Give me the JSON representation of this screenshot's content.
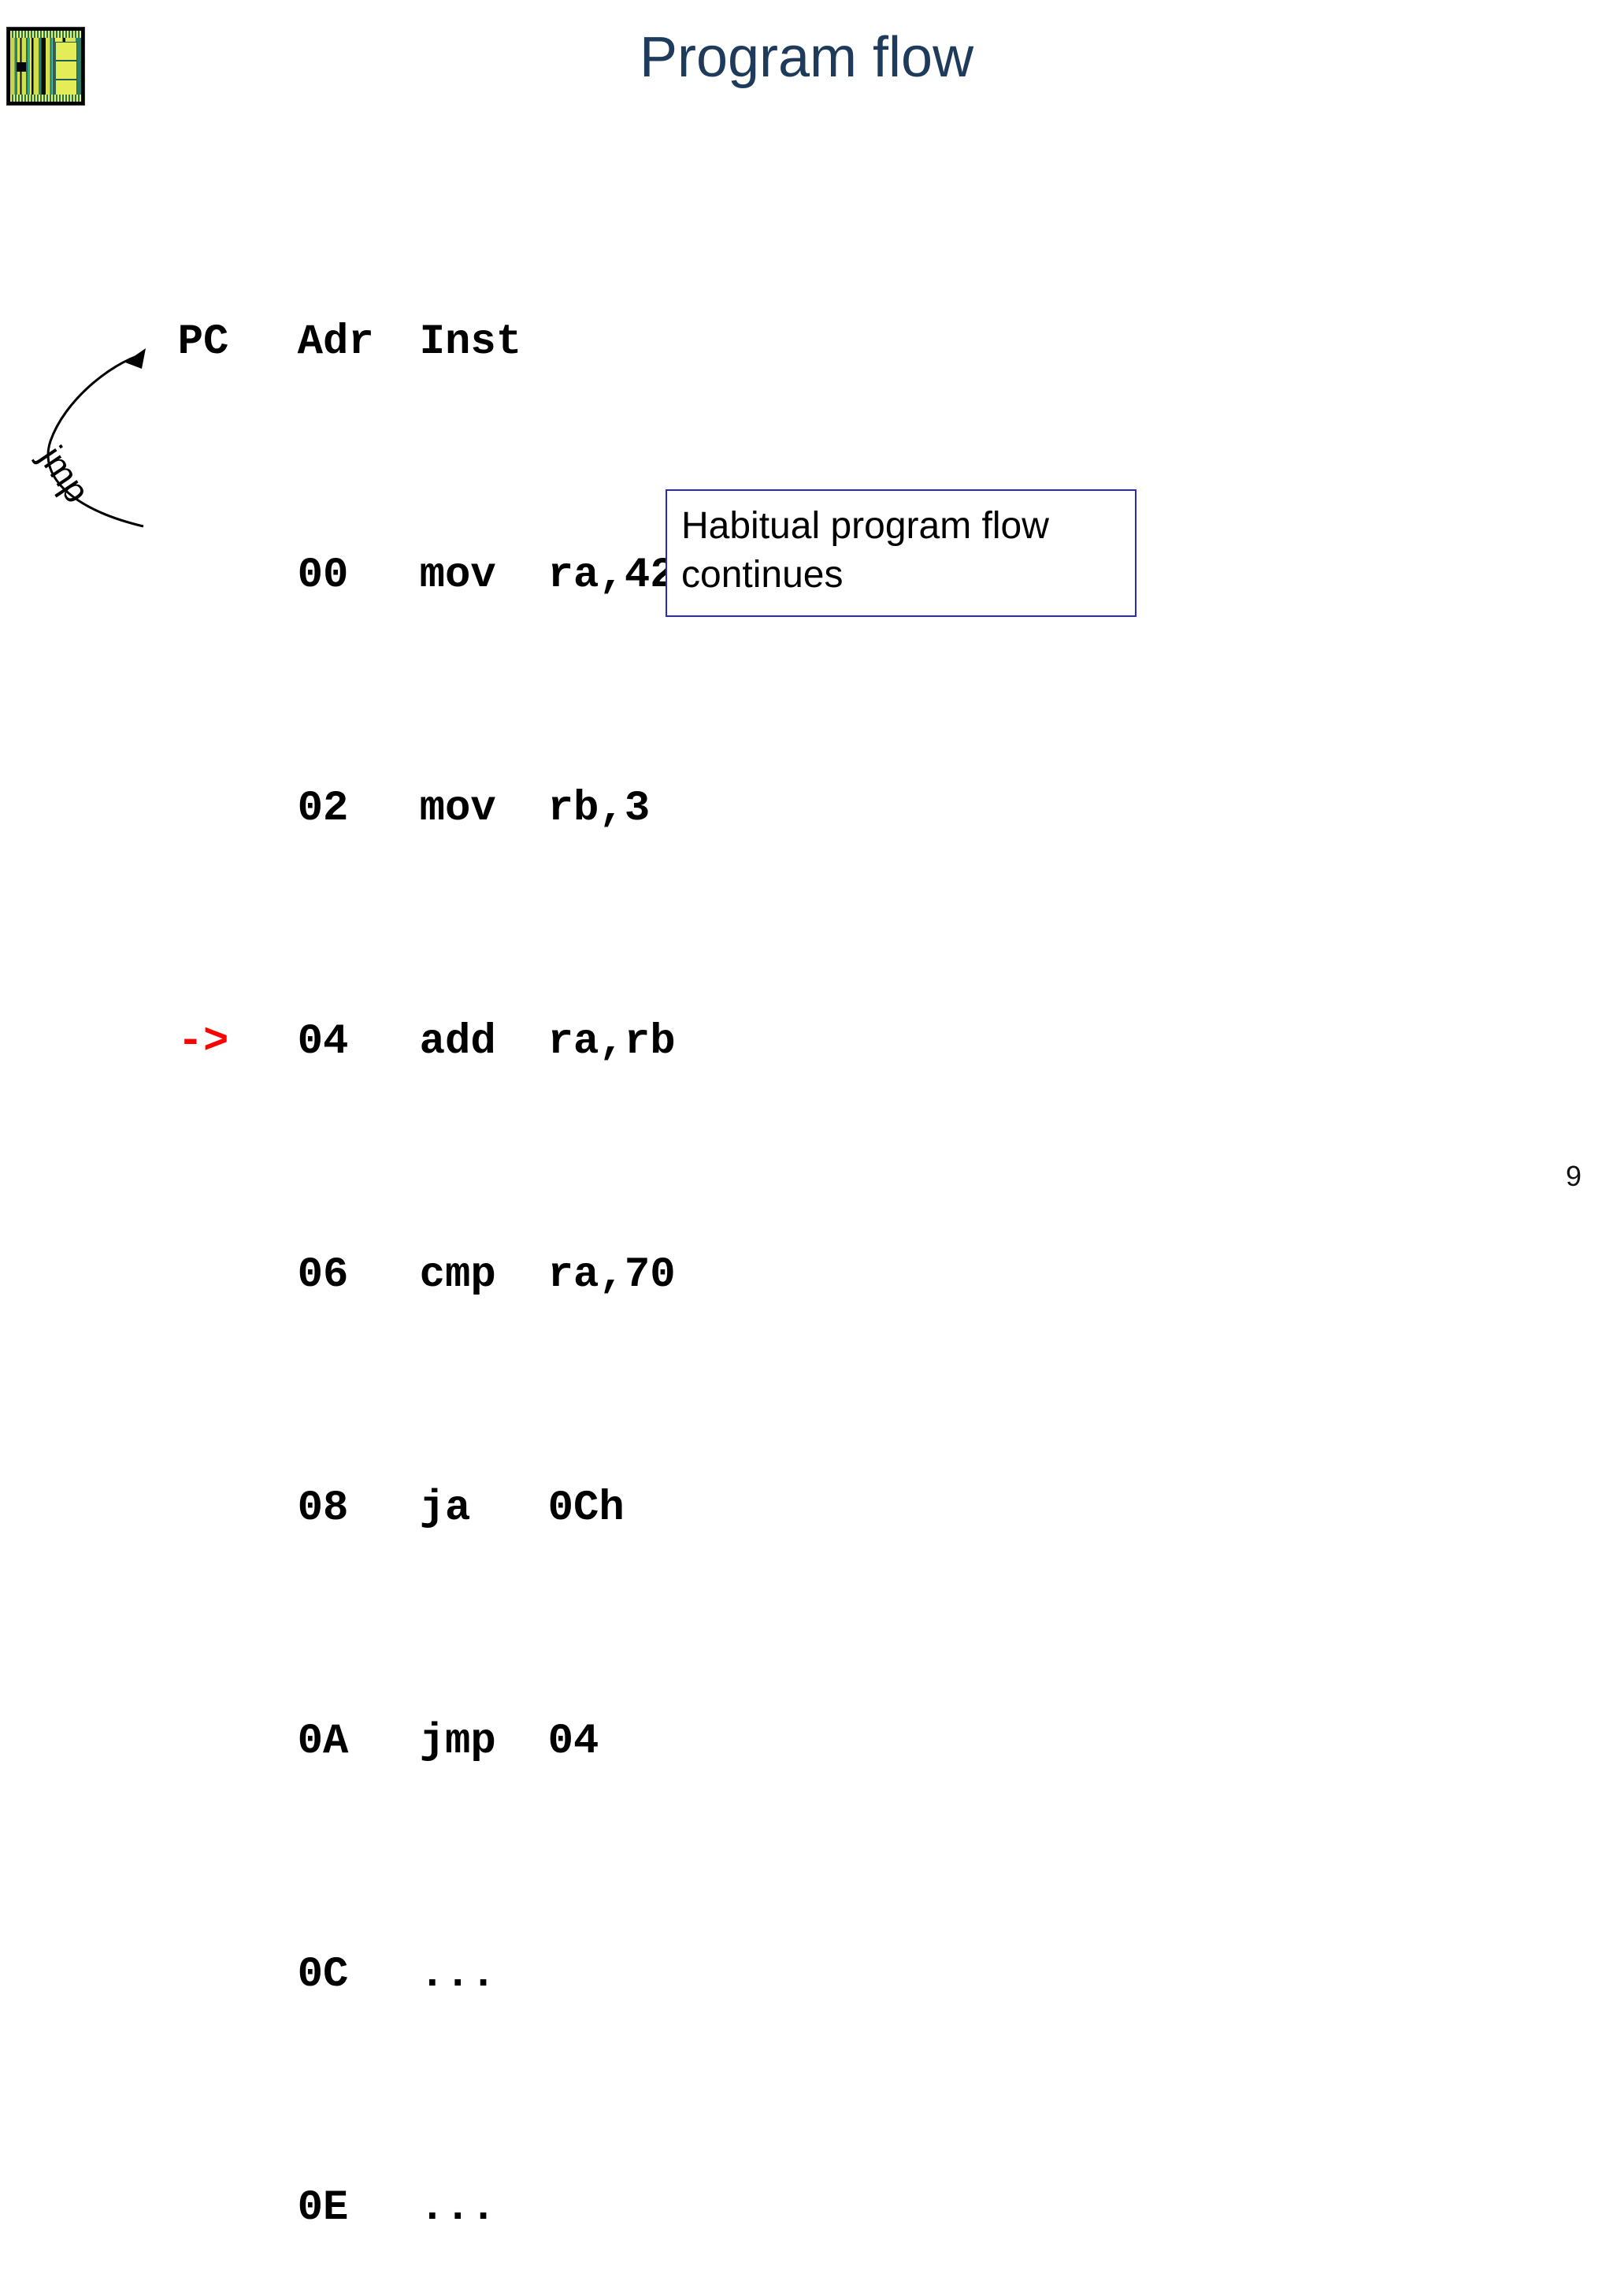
{
  "slide": {
    "title": "Program flow",
    "title_color": "#1F3B5C",
    "page_number": "9",
    "logo_icon": "cpu-die-icon"
  },
  "listing": {
    "header": {
      "pc": "PC",
      "adr": "Adr",
      "inst": "Inst",
      "operands": ""
    },
    "rows": [
      {
        "pc": "",
        "adr": "00",
        "inst": "mov",
        "operands": "ra,42"
      },
      {
        "pc": "",
        "adr": "02",
        "inst": "mov",
        "operands": "rb,3"
      },
      {
        "pc": "->",
        "adr": "04",
        "inst": "add",
        "operands": "ra,rb"
      },
      {
        "pc": "",
        "adr": "06",
        "inst": "cmp",
        "operands": "ra,70"
      },
      {
        "pc": "",
        "adr": "08",
        "inst": "ja",
        "operands": "0Ch"
      },
      {
        "pc": "",
        "adr": "0A",
        "inst": "jmp",
        "operands": "04"
      },
      {
        "pc": "",
        "adr": "0C",
        "inst": "...",
        "operands": ""
      },
      {
        "pc": "",
        "adr": "0E",
        "inst": "...",
        "operands": ""
      }
    ],
    "pc_marker_color": "#FF0000"
  },
  "annotation": {
    "jmp_label": "jmp",
    "arrow_icon": "curved-jump-arrow-icon"
  },
  "callout": {
    "text": "Habitual program flow continues",
    "border_color": "#2A2AC0"
  }
}
